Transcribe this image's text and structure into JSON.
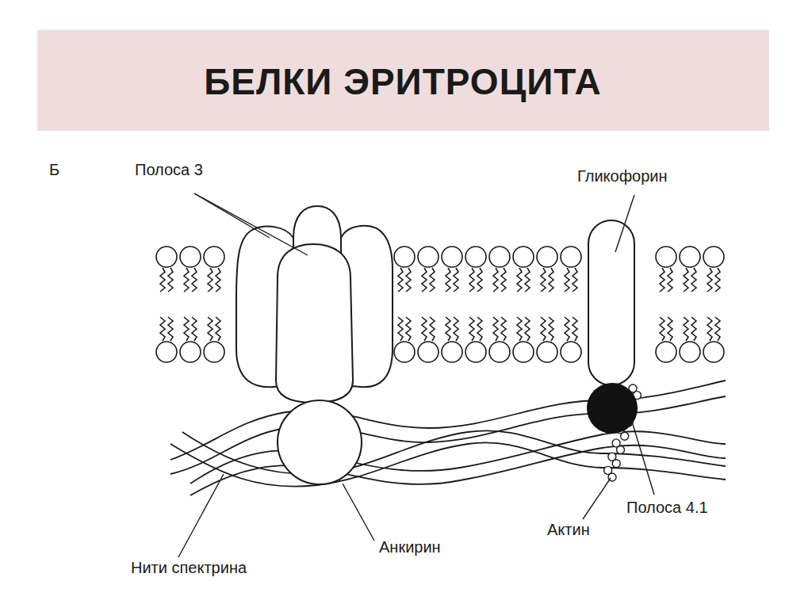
{
  "diagram": {
    "title": "БЕЛКИ ЭРИТРОЦИТА",
    "labels": [
      "Б",
      "Полоса 3",
      "Гликофорин",
      "Нити спектрина",
      "Анкирин",
      "Актин",
      "Полоса 4.1"
    ]
  }
}
